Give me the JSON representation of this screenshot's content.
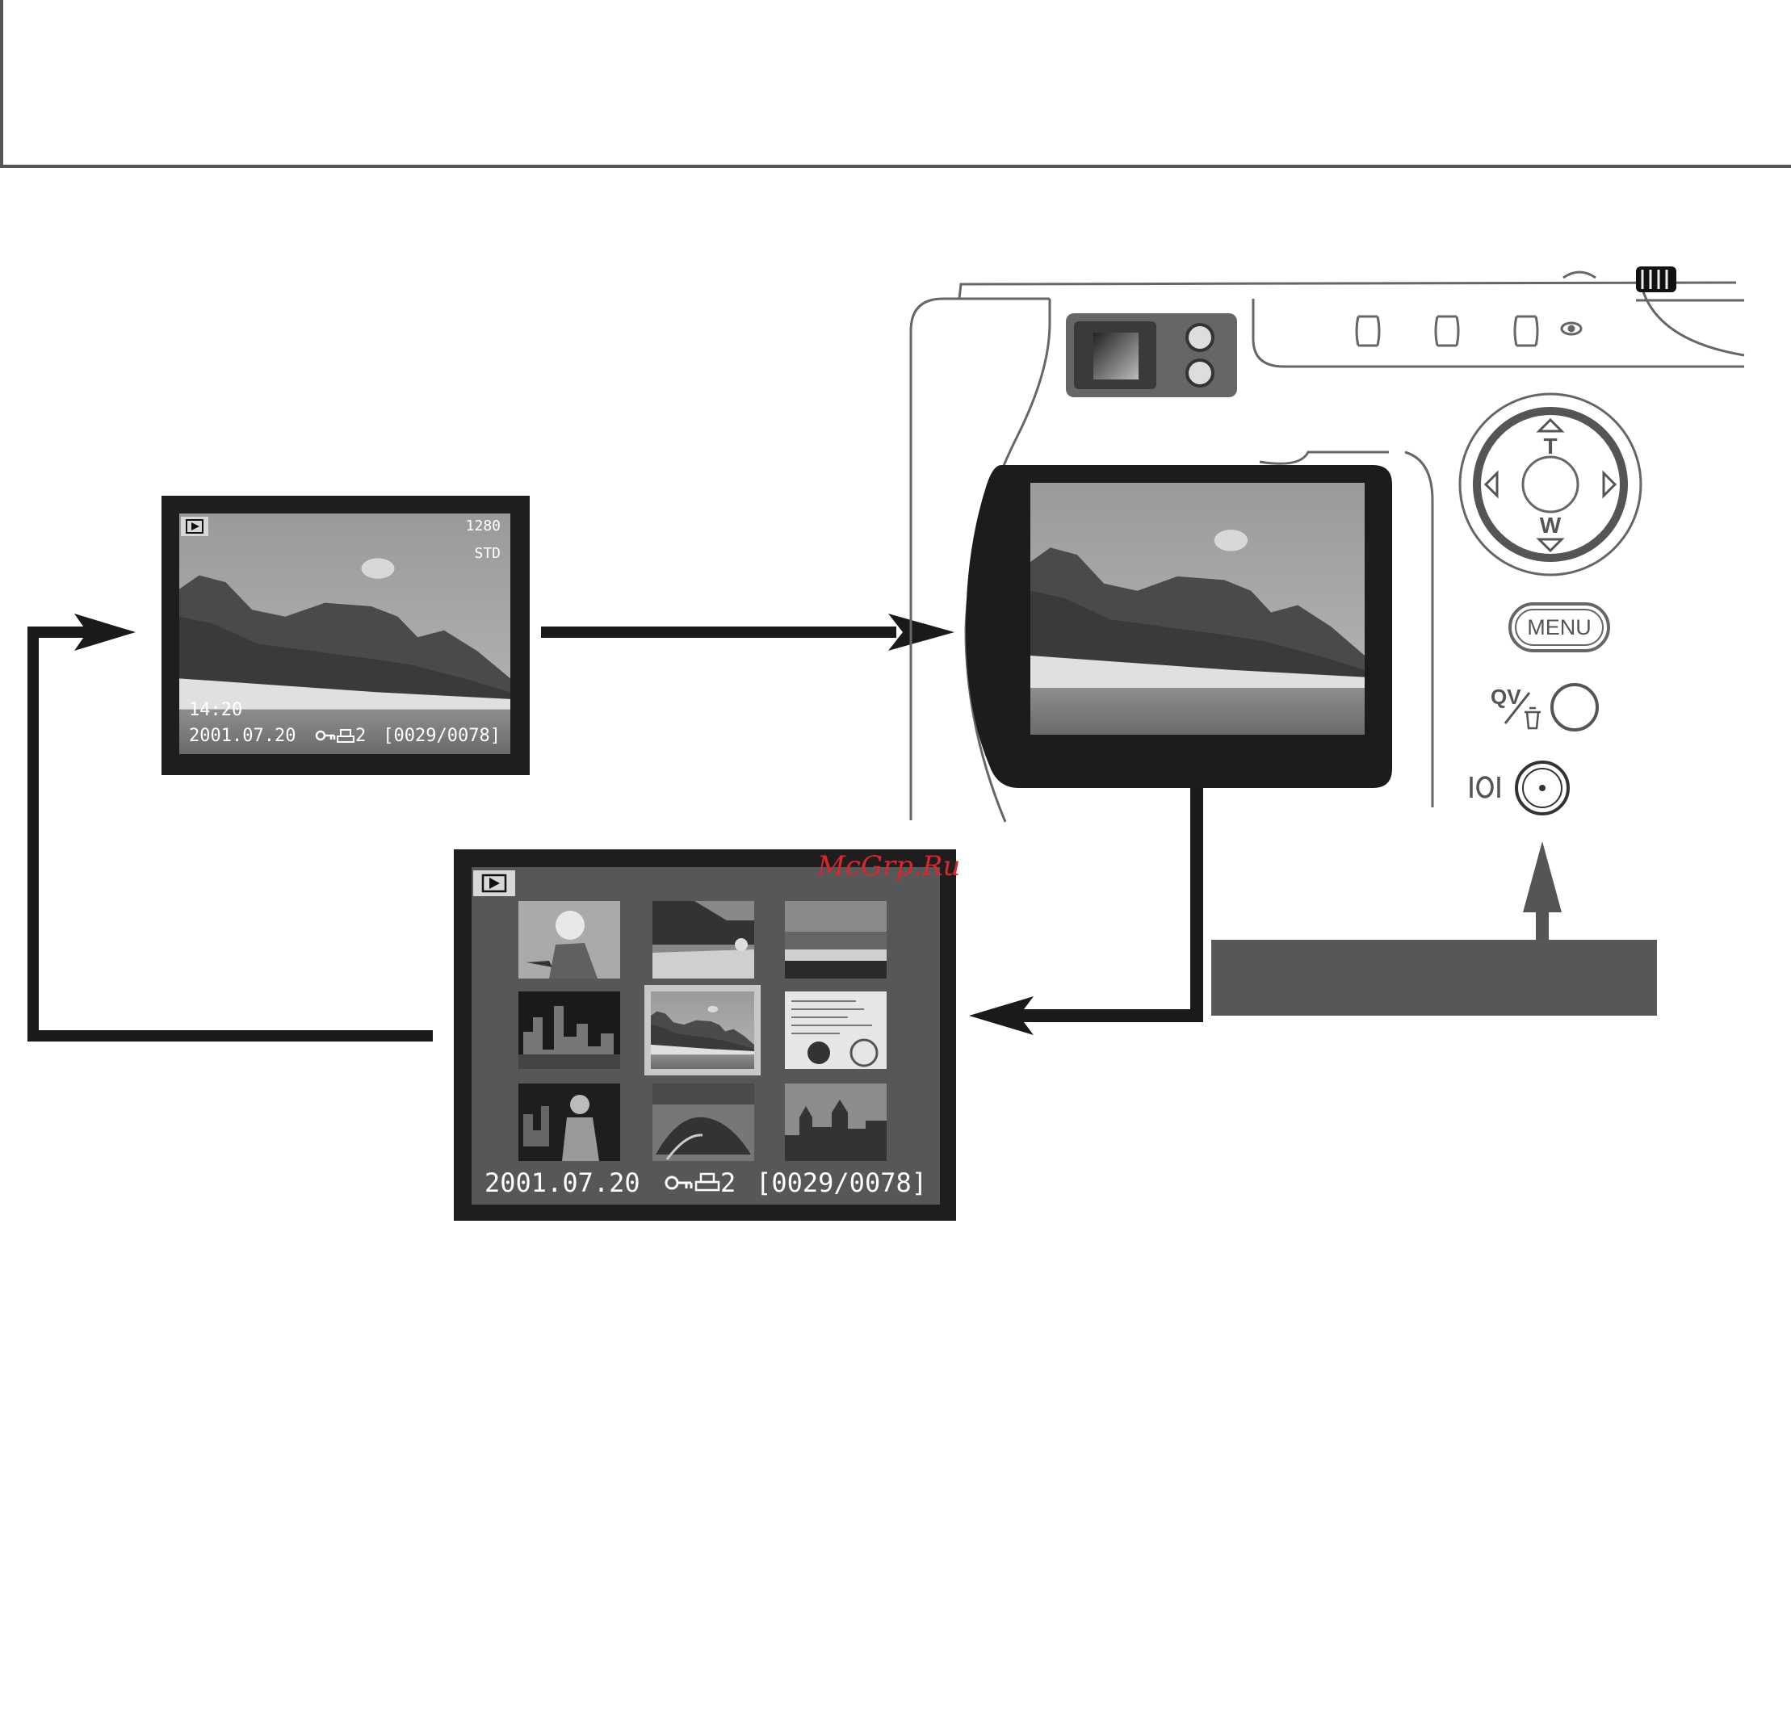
{
  "colors": {
    "panel": "#555758",
    "frame": "#2a2a2a",
    "arrow": "#1a1a1a",
    "watermark": "#d9262c",
    "camera_line": "#666666"
  },
  "single_frame": {
    "icon": "play-icon",
    "resolution": "1280",
    "quality": "STD",
    "time": "14:20",
    "date": "2001.07.20",
    "print_count": "2",
    "frame_counter": "[0029/0078]"
  },
  "index_frame": {
    "icon": "play-icon",
    "date": "2001.07.20",
    "print_count": "2",
    "frame_counter": "[0029/0078]"
  },
  "camera": {
    "zoom_tele": "T",
    "zoom_wide": "W",
    "menu_label": "MENU",
    "qv_label": "QV"
  },
  "watermark": "McGrp.Ru"
}
